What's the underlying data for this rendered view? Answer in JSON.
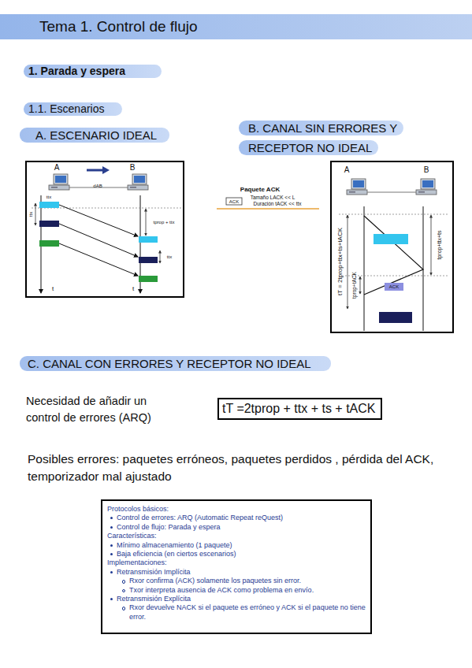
{
  "diagram": {
    "title": "Tema 1. Control de flujo",
    "nodes": [
      {
        "text": [
          "1. Parada y espera"
        ]
      },
      {
        "text": [
          "1.1. Escenarios"
        ]
      },
      {
        "text": [
          "A. ESCENARIO IDEAL"
        ]
      },
      {
        "text": [
          "B. CANAL SIN ERRORES Y RECEPTOR NO IDEAL"
        ]
      },
      {
        "text": [
          "C. CANAL CON ERRORES Y RECEPTOR NO IDEAL"
        ]
      },
      {
        "text": [
          "tT =2tprop + ttx + ts + tACK"
        ]
      },
      {
        "text": [
          "Protocolos básicos:",
          "Control de errores: ARQ (Automatic Repeat reQuest)",
          "Control de flujo: Parada y espera",
          "Características:",
          "Mínimo almacenamiento (1 paquete)",
          "Baja eficiencia (en ciertos escenarios)",
          "Implementaciones:",
          "Retransmisión Implícita",
          "Rxor confirma (ACK) solamente los paquetes sin error.",
          "Txor interpreta ausencia de ACK como problema en envío.",
          "Retransmisión Explícita",
          "Rxor devuelve NACK si el paquete es erróneo y ACK si el paquete no tiene error."
        ]
      }
    ],
    "labels": [
      "A",
      "B",
      "dAB",
      "ttx",
      "ttx",
      "tprop + ttx",
      "ttx",
      "t",
      "t",
      "Paquete ACK",
      "ACK",
      "Tamaño LACK << L",
      "Duración tACK << ttx",
      "A",
      "B",
      "tT = 2tprop+ttx+ts+tACK",
      "tprop+tACK",
      "tprop+ttx+ts",
      "ACK",
      "Necesidad de añadir un control de errores (ARQ)",
      "Posibles errores: paquetes erróneos, paquetes perdidos , pérdida del ACK, temporizador mal ajustado"
    ]
  }
}
